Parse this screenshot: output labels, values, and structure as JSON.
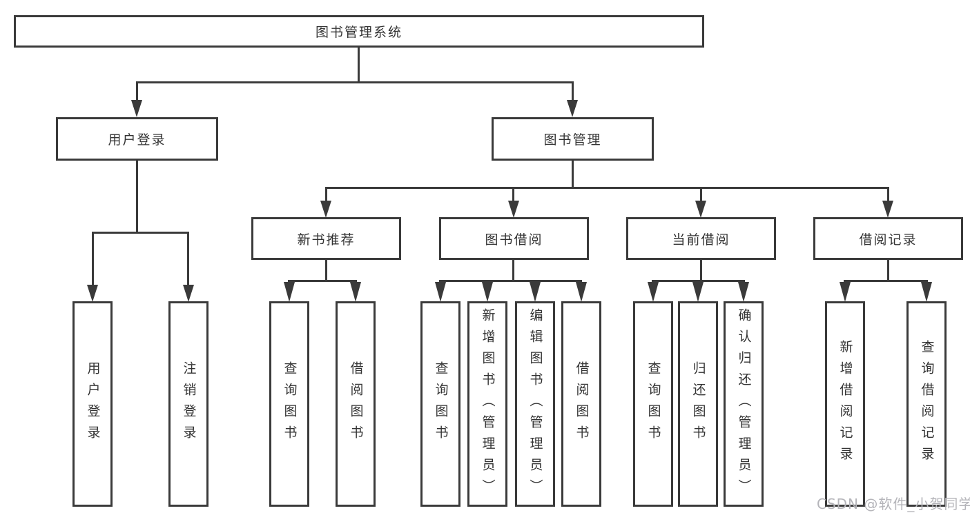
{
  "diagram_title": "图书管理系统",
  "watermark": "CSDN @软件_小贺同学",
  "colors": {
    "line": "#3a3a3a",
    "border": "#3a3a3a",
    "text": "#333333",
    "watermark": "#b4b4b9",
    "background": "#ffffff"
  },
  "tree": {
    "label": "图书管理系统",
    "children": [
      {
        "label": "用户登录",
        "children": [
          {
            "label": "用户登录"
          },
          {
            "label": "注销登录"
          }
        ]
      },
      {
        "label": "图书管理",
        "children": [
          {
            "label": "新书推荐",
            "children": [
              {
                "label": "查询图书"
              },
              {
                "label": "借阅图书"
              }
            ]
          },
          {
            "label": "图书借阅",
            "children": [
              {
                "label": "查询图书"
              },
              {
                "label": "新增图书（管理员）"
              },
              {
                "label": "编辑图书（管理员）"
              },
              {
                "label": "借阅图书"
              }
            ]
          },
          {
            "label": "当前借阅",
            "children": [
              {
                "label": "查询图书"
              },
              {
                "label": "归还图书"
              },
              {
                "label": "确认归还（管理员）"
              }
            ]
          },
          {
            "label": "借阅记录",
            "children": [
              {
                "label": "新增借阅记录"
              },
              {
                "label": "查询借阅记录"
              }
            ]
          }
        ]
      }
    ]
  }
}
